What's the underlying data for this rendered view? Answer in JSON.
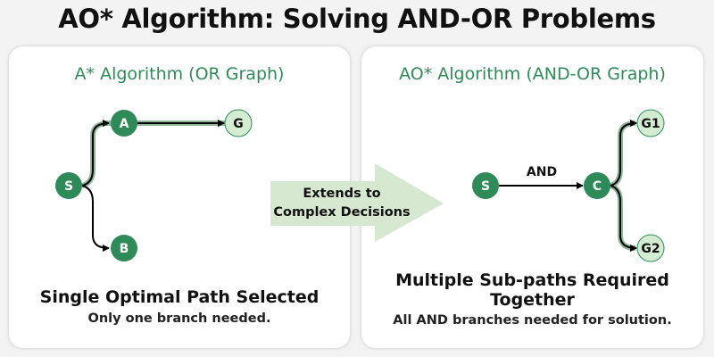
{
  "title": "AO* Algorithm: Solving AND-OR Problems",
  "left": {
    "heading": "A* Algorithm (OR Graph)",
    "nodes": {
      "s": "S",
      "a": "A",
      "g": "G",
      "b": "B"
    },
    "caption": "Single Optimal Path Selected",
    "subcaption": "Only one branch needed."
  },
  "arrow": {
    "line1": "Extends to",
    "line2": "Complex Decisions"
  },
  "right": {
    "heading": "AO* Algorithm (AND-OR Graph)",
    "nodes": {
      "s": "S",
      "c": "C",
      "g1": "G1",
      "g2": "G2"
    },
    "edge_label": "AND",
    "caption_line1": "Multiple Sub-paths Required",
    "caption_line2": "Together",
    "subcaption": "All AND branches needed for solution."
  },
  "colors": {
    "node": "#2e8b57",
    "goal": "#d4ecd2",
    "highlight": "#8fb89a",
    "arrow": "#d6e8cf"
  }
}
